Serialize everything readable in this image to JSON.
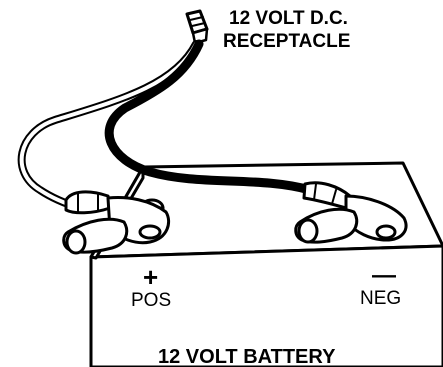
{
  "receptacle_label": {
    "line1": "12 VOLT D.C.",
    "line2": "RECEPTACLE"
  },
  "battery": {
    "title": "12 VOLT BATTERY",
    "positive_symbol": "+",
    "positive_label": "POS",
    "negative_symbol": "—",
    "negative_label": "NEG"
  }
}
